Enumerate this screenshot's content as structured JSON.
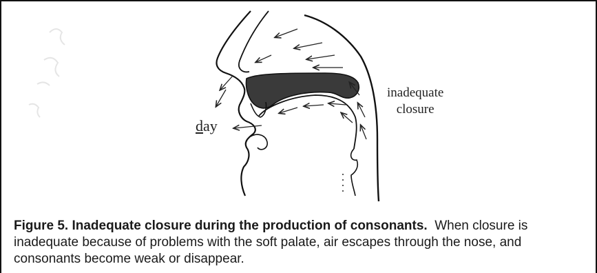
{
  "diagram": {
    "closure_label_line1": "inadequate",
    "closure_label_line2": "closure",
    "word_underlined": "d",
    "word_rest": "ay"
  },
  "caption": {
    "figure_number": "Figure 5",
    "title": "Inadequate closure during the production of consonants.",
    "body": "When closure is inadequate because of problems with the soft palate, air escapes through the nose, and consonants become weak or disappear."
  }
}
